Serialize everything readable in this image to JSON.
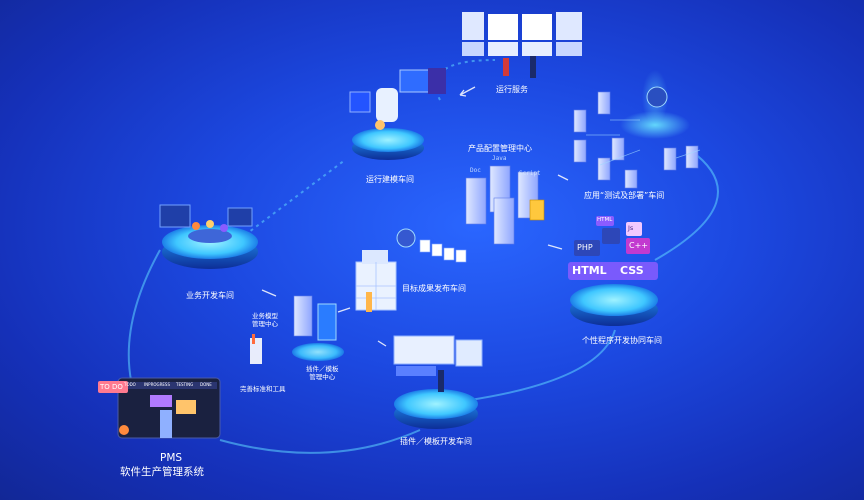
{
  "nodes": {
    "operations_service": "运行服务",
    "config_center": "产品配置管理中心",
    "deploy_workshop": "应用“测试及部署”车间",
    "modeling_workshop": "运行建模车间",
    "business_workshop": "业务开发车间",
    "target_release": "目标成果发布车间",
    "personal_workshop": "个性程序开发协同车间",
    "business_model_center": "业务模型\n管理中心",
    "plugin_template_center": "插件／模板\n管理中心",
    "standards_tools": "完善标准和工具",
    "plugin_dev_workshop": "插件／模板开发车间"
  },
  "code_labels": {
    "doc": "Doc",
    "java": "Java",
    "script": "Script"
  },
  "lang_tags": {
    "php": "PHP",
    "js": "Js",
    "html": "HTML",
    "css": "CSS",
    "cpp": "C++",
    "html5": "HTML"
  },
  "kanban": {
    "todo_tag": "TO DO",
    "columns": [
      "TODO",
      "INPROGRESS",
      "TESTING",
      "DONE"
    ]
  },
  "pms": {
    "title": "PMS",
    "subtitle": "软件生产管理系统"
  },
  "colors": {
    "background": "#1c48e0",
    "platform_glow": "#38d8ff",
    "accent_orange": "#ff8a3d",
    "accent_purple": "#8a5cff"
  }
}
